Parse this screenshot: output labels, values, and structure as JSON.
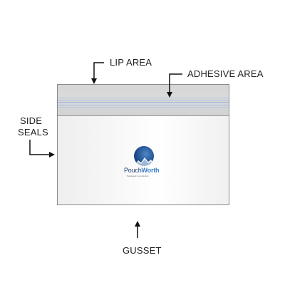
{
  "labels": {
    "lip_area": "LIP AREA",
    "adhesive_area": "ADHESIVE AREA",
    "side_seals_line1": "SIDE",
    "side_seals_line2": "SEALS",
    "gusset": "GUSSET"
  },
  "logo": {
    "name_part1": "Pouch",
    "name_part2": "Worth",
    "tagline": "Packaged to perfection",
    "icon": "mountain-circle-logo"
  },
  "colors": {
    "label_text": "#222222",
    "bag_border": "#8a8a8a",
    "lip_band": "#d6d6d6",
    "adhesive_stripe": "#9db2e0",
    "logo_blue": "#1d3f7a"
  }
}
